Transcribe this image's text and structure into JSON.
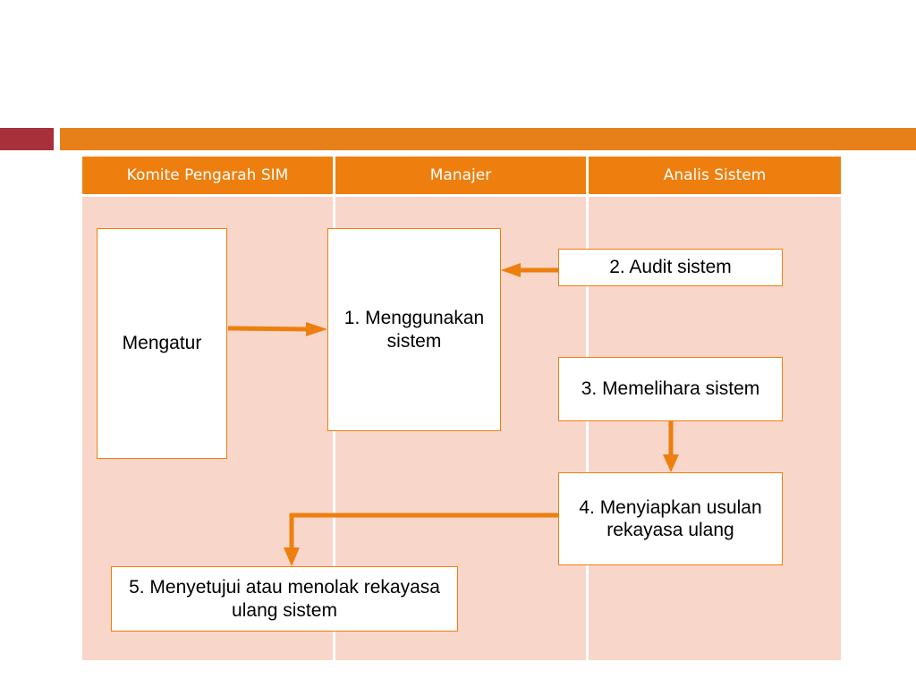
{
  "colors": {
    "accent": "#ee7f0e",
    "header_bar_red": "#a8303a",
    "cell_fill": "#f8d6ca"
  },
  "table": {
    "headers": [
      "Komite Pengarah SIM",
      "Manajer",
      "Analis Sistem"
    ]
  },
  "nodes": {
    "mengatur": "Mengatur",
    "menggunakan": "1. Menggunakan sistem",
    "audit": "2. Audit sistem",
    "memelihara": "3. Memelihara sistem",
    "menyiapkan": "4. Menyiapkan usulan rekayasa ulang",
    "menyetujui": "5. Menyetujui atau menolak rekayasa ulang sistem"
  },
  "edges": [
    {
      "from": "mengatur",
      "to": "menggunakan"
    },
    {
      "from": "audit",
      "to": "menggunakan"
    },
    {
      "from": "memelihara",
      "to": "menyiapkan"
    },
    {
      "from": "menyiapkan",
      "to": "menyetujui"
    }
  ]
}
